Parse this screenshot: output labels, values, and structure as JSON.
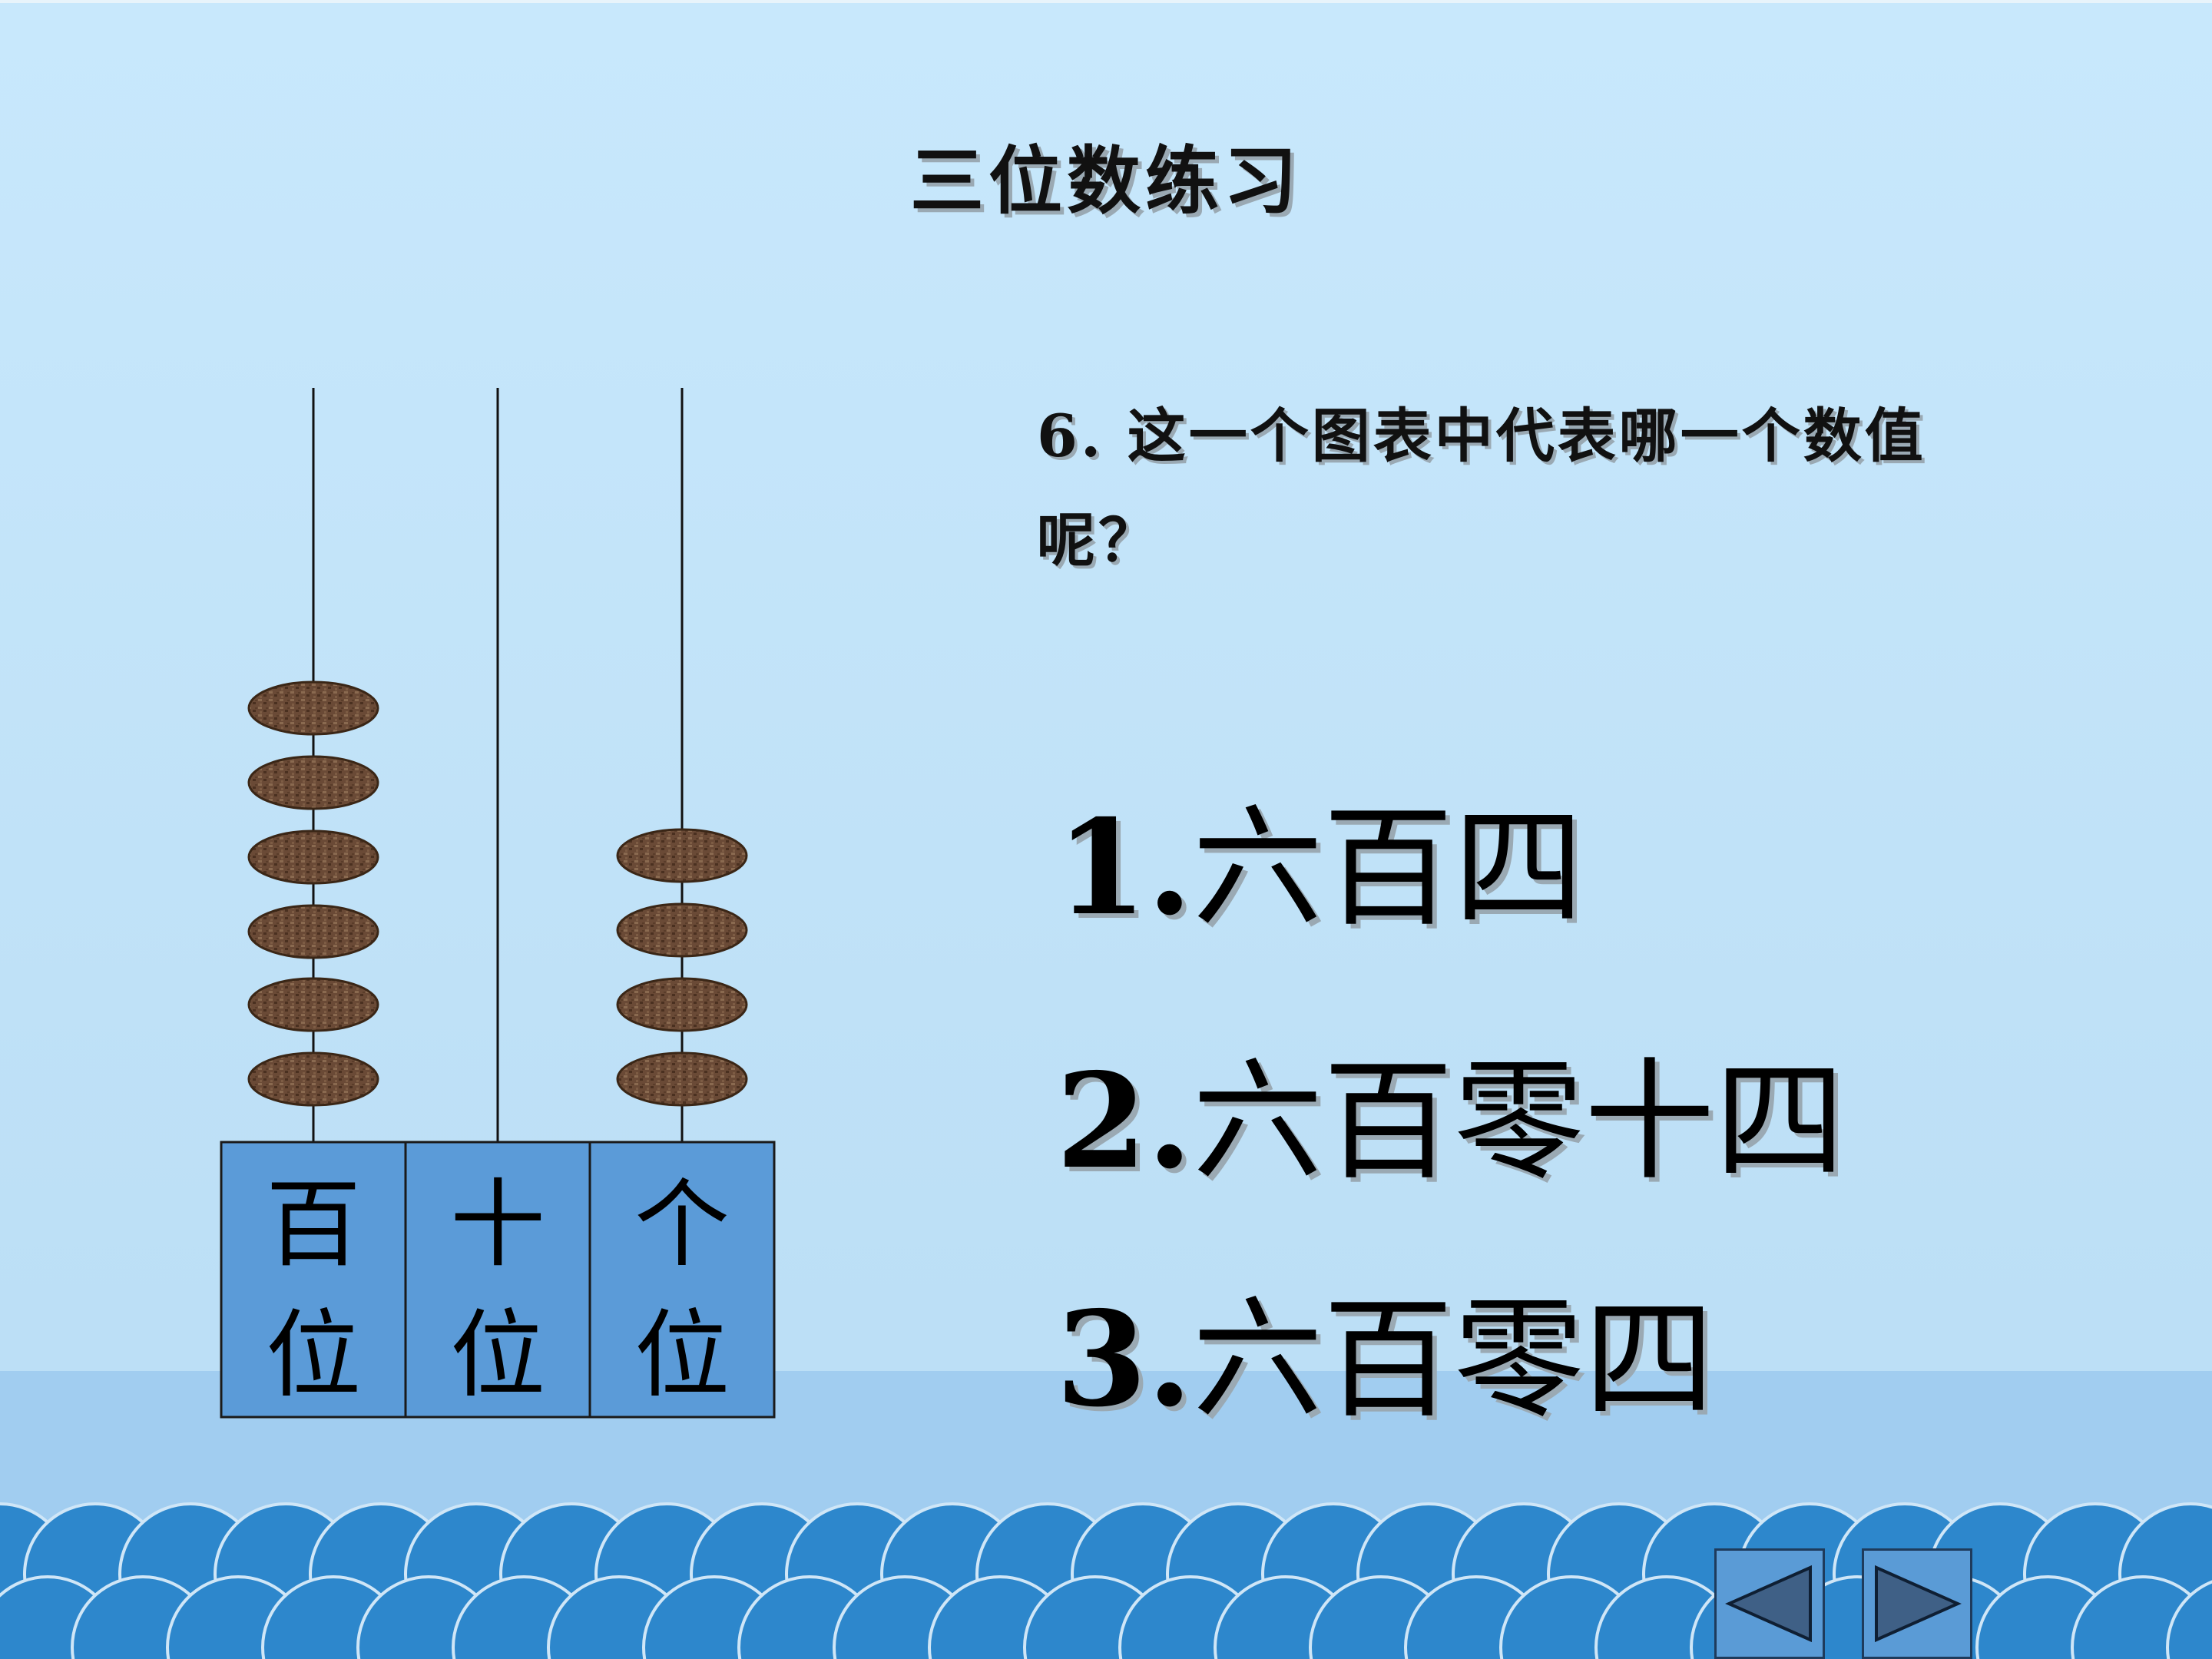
{
  "slide": {
    "title": "三位数练习",
    "question": "6. 这一个图表中代表哪一个数值呢？",
    "options": [
      {
        "number": "1.",
        "text": "六百四"
      },
      {
        "number": "2.",
        "text": "六百零十四"
      },
      {
        "number": "3.",
        "text": "六百零四"
      }
    ]
  },
  "abacus": {
    "places": [
      {
        "label_top": "百",
        "label_bottom": "位",
        "beads": 6
      },
      {
        "label_top": "十",
        "label_bottom": "位",
        "beads": 0
      },
      {
        "label_top": "个",
        "label_bottom": "位",
        "beads": 4
      }
    ],
    "bead_color": "#6b4a35",
    "box_color": "#5b9bd8"
  },
  "navigation": {
    "prev_icon": "triangle-left-icon",
    "next_icon": "triangle-right-icon"
  },
  "colors": {
    "background": "#c6e6fb",
    "wave": "#2d87cc",
    "sea_band": "#a1cdf0"
  }
}
